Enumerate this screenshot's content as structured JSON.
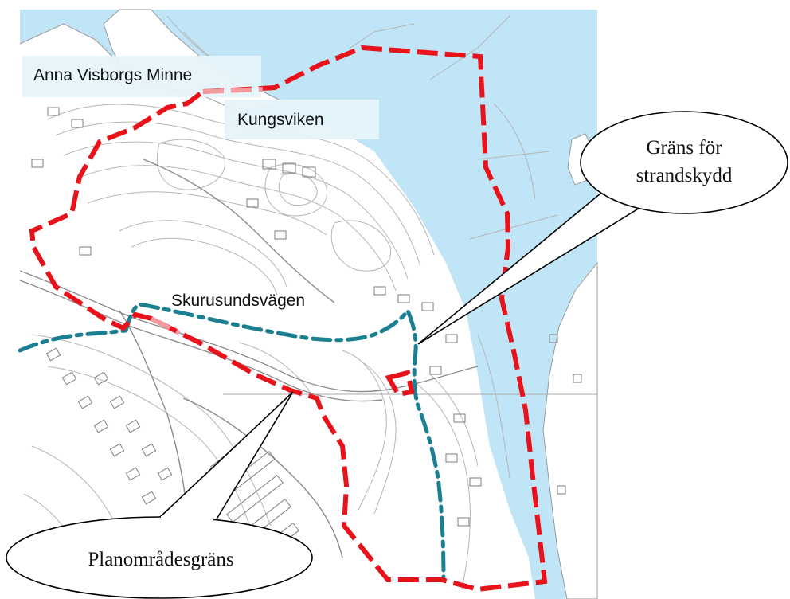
{
  "labels": {
    "anna": "Anna Visborgs Minne",
    "kungsviken": "Kungsviken",
    "road": "Skurusundsvägen"
  },
  "callouts": {
    "strandskydd_line1": "Gräns för",
    "strandskydd_line2": "strandskydd",
    "plan": "Planområdesgräns"
  },
  "colors": {
    "water": "#bfe5f6",
    "land": "#ffffff",
    "contour": "#b8b8b8",
    "plan_boundary": "#e8121a",
    "shore_protection": "#1a7f91",
    "label_bg": "#e6f4fb"
  }
}
